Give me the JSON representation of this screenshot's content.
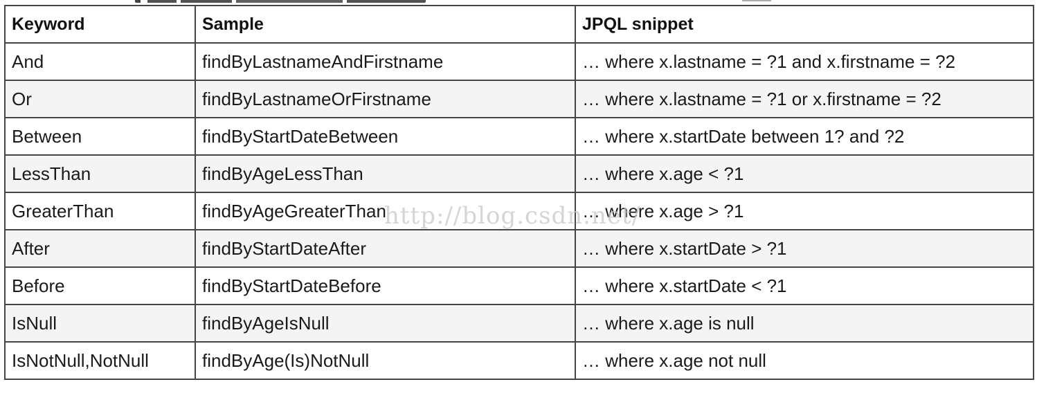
{
  "table": {
    "headers": [
      "Keyword",
      "Sample",
      "JPQL snippet"
    ],
    "rows": [
      [
        "And",
        "findByLastnameAndFirstname",
        "… where x.lastname = ?1 and x.firstname = ?2"
      ],
      [
        "Or",
        "findByLastnameOrFirstname",
        "… where x.lastname = ?1 or x.firstname = ?2"
      ],
      [
        "Between",
        "findByStartDateBetween",
        "… where x.startDate between 1? and ?2"
      ],
      [
        "LessThan",
        "findByAgeLessThan",
        "… where x.age < ?1"
      ],
      [
        "GreaterThan",
        "findByAgeGreaterThan",
        "… where x.age > ?1"
      ],
      [
        "After",
        "findByStartDateAfter",
        "… where x.startDate > ?1"
      ],
      [
        "Before",
        "findByStartDateBefore",
        "… where x.startDate < ?1"
      ],
      [
        "IsNull",
        "findByAgeIsNull",
        "… where x.age is null"
      ],
      [
        "IsNotNull,NotNull",
        "findByAge(Is)NotNull",
        "… where x.age not null"
      ]
    ]
  },
  "watermark": "http://blog.csdn.net/",
  "colors": {
    "border": "#444444",
    "alt_row": "#f4f4f4",
    "watermark": "#c8c8c8"
  }
}
